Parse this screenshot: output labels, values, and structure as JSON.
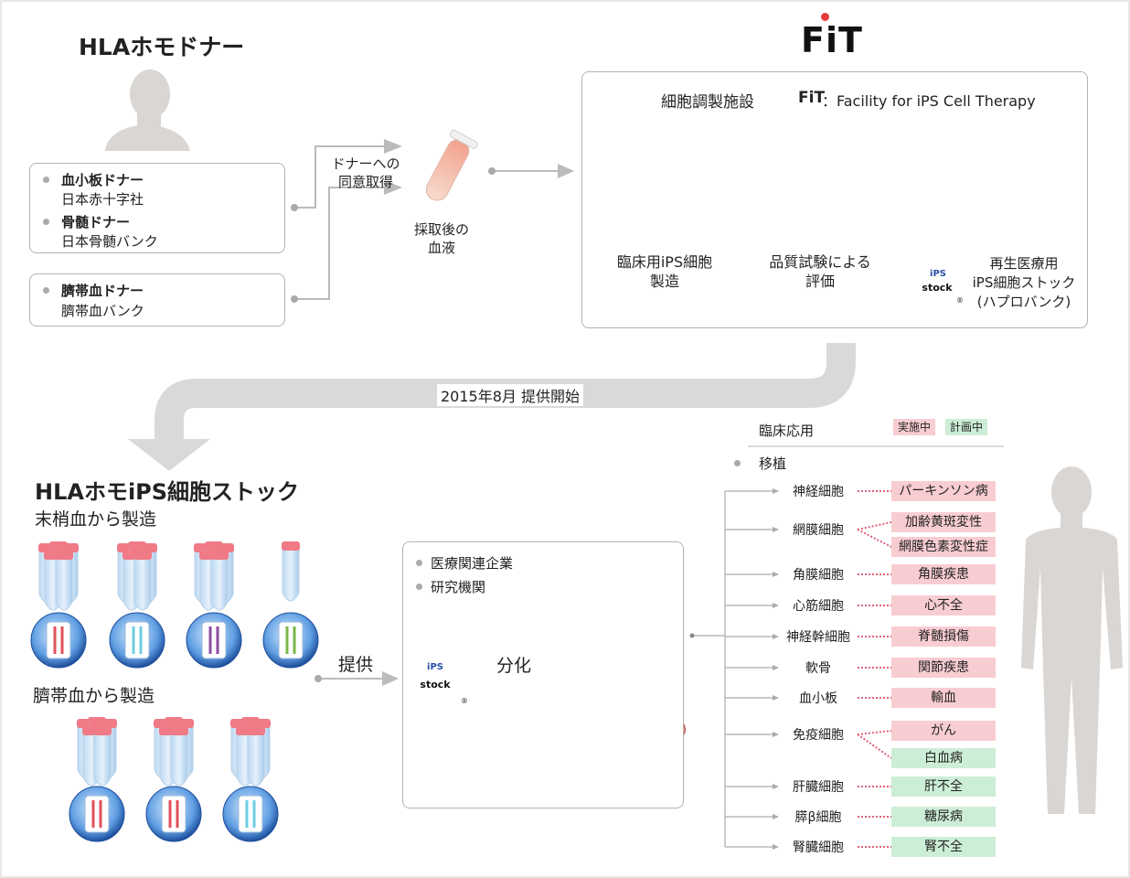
{
  "donor": {
    "title": "HLAホモドナー",
    "groups": [
      {
        "items": [
          {
            "label": "血小板ドナー",
            "source": "日本赤十字社"
          },
          {
            "label": "骨髄ドナー",
            "source": "日本骨髄バンク"
          }
        ]
      },
      {
        "items": [
          {
            "label": "臍帯血ドナー",
            "source": "臍帯血バンク"
          }
        ]
      }
    ],
    "consent_line1": "ドナーへの",
    "consent_line2": "同意取得",
    "blood_line1": "採取後の",
    "blood_line2": "血液"
  },
  "fit": {
    "logo": "FiT",
    "facility_title": "細胞調製施設",
    "facility_abbr": "FiT",
    "facility_full": "：Facility for iPS Cell Therapy",
    "step1_line1": "臨床用iPS細胞",
    "step1_line2": "製造",
    "step2_line1": "品質試験による",
    "step2_line2": "評価",
    "stock_line1": "再生医療用",
    "stock_line2": "iPS細胞ストック",
    "stock_line3": "(ハプロバンク)"
  },
  "start_label": "2015年8月  提供開始",
  "ips_stock": {
    "title": "HLAホモiPS細胞ストック",
    "peripheral": "末梢血から製造",
    "cord": "臍帯血から製造",
    "provide": "提供",
    "differentiate": "分化",
    "logo_line1": "iPS",
    "logo_line2": "stock",
    "registered": "®"
  },
  "recipients": [
    "医療関連企業",
    "研究機関"
  ],
  "clinical": {
    "title": "臨床応用",
    "legend_active": "実施中",
    "legend_planned": "計画中",
    "transplant": "移植",
    "cells": [
      {
        "cell": "神経細胞",
        "diseases": [
          {
            "name": "パーキンソン病",
            "status": "active"
          }
        ]
      },
      {
        "cell": "網膜細胞",
        "diseases": [
          {
            "name": "加齢黄斑変性",
            "status": "active"
          },
          {
            "name": "網膜色素変性症",
            "status": "active"
          }
        ]
      },
      {
        "cell": "角膜細胞",
        "diseases": [
          {
            "name": "角膜疾患",
            "status": "active"
          }
        ]
      },
      {
        "cell": "心筋細胞",
        "diseases": [
          {
            "name": "心不全",
            "status": "active"
          }
        ]
      },
      {
        "cell": "神経幹細胞",
        "diseases": [
          {
            "name": "脊髄損傷",
            "status": "active"
          }
        ]
      },
      {
        "cell": "軟骨",
        "diseases": [
          {
            "name": "関節疾患",
            "status": "active"
          }
        ]
      },
      {
        "cell": "血小板",
        "diseases": [
          {
            "name": "輸血",
            "status": "active"
          }
        ]
      },
      {
        "cell": "免疫細胞",
        "diseases": [
          {
            "name": "がん",
            "status": "active"
          },
          {
            "name": "白血病",
            "status": "planned"
          }
        ]
      },
      {
        "cell": "肝臓細胞",
        "diseases": [
          {
            "name": "肝不全",
            "status": "planned"
          }
        ]
      },
      {
        "cell": "膵β細胞",
        "diseases": [
          {
            "name": "糖尿病",
            "status": "planned"
          }
        ]
      },
      {
        "cell": "腎臓細胞",
        "diseases": [
          {
            "name": "腎不全",
            "status": "planned"
          }
        ]
      }
    ]
  },
  "colors": {
    "active": "#f8cdd2",
    "planned": "#cdeed6",
    "connector": "#e0607a",
    "arrow": "#bbbbbb",
    "cell_blue": "#3f7fd0",
    "tube_cap": "#f07a86"
  }
}
